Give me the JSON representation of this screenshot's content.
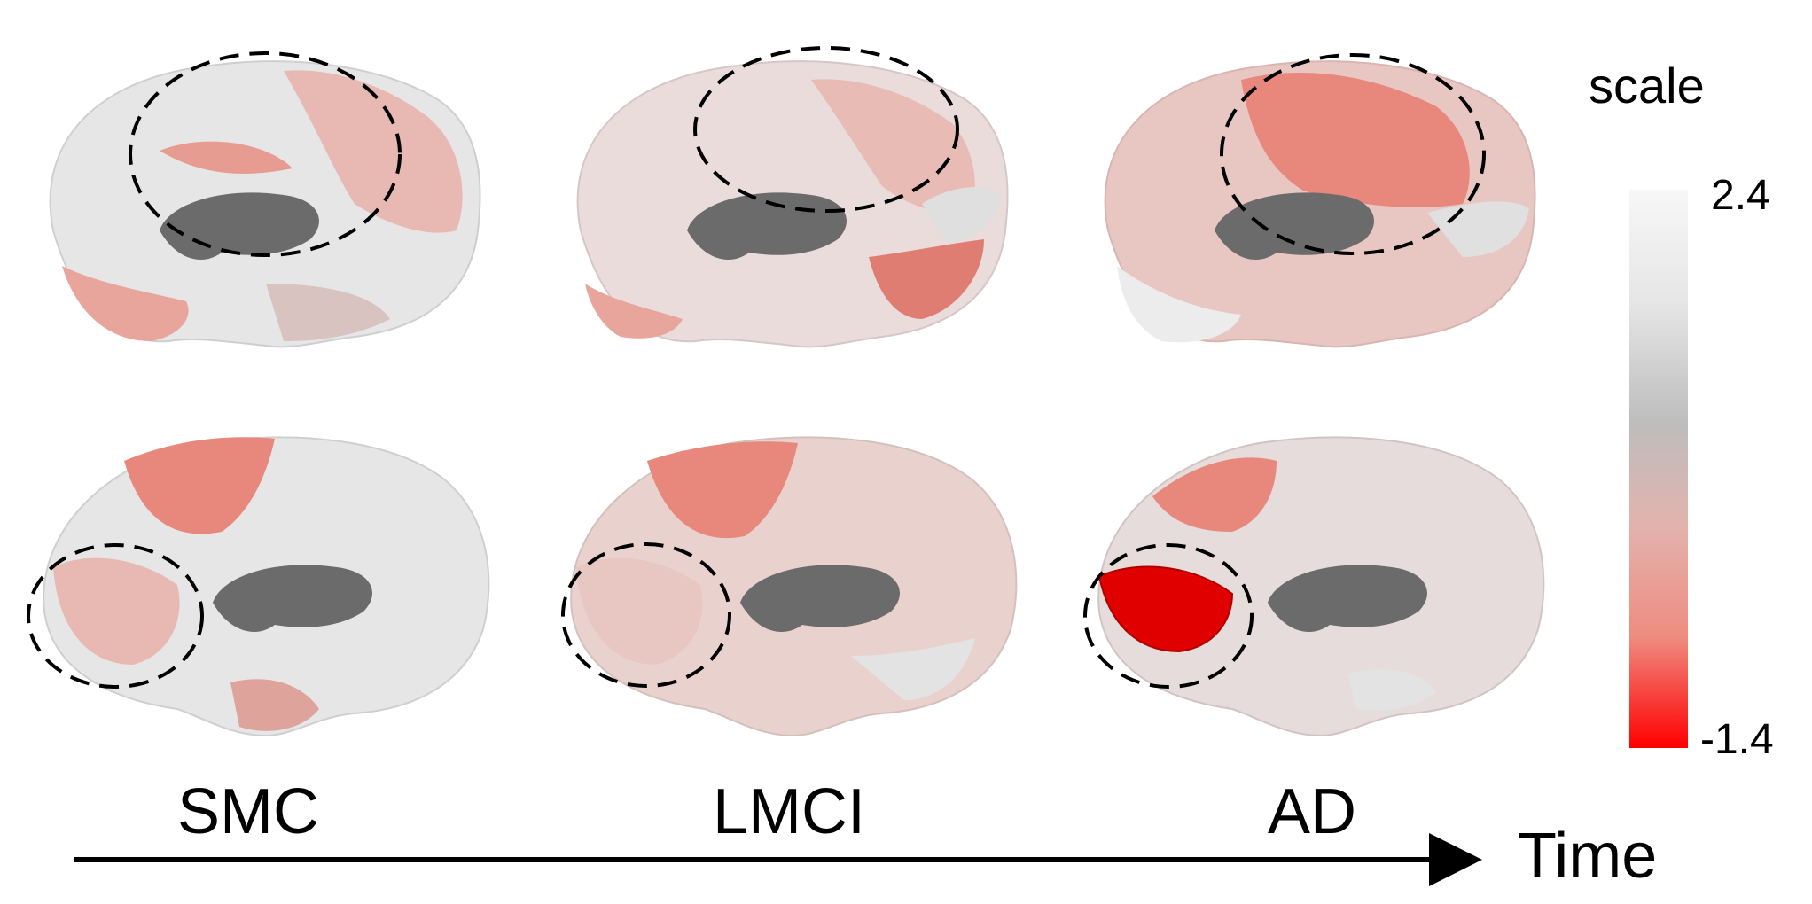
{
  "legend": {
    "title": "scale",
    "max_label": "2.4",
    "min_label": "-1.4",
    "max_value": 2.4,
    "min_value": -1.4,
    "gradient_colors": [
      "#f7f7f7",
      "#e6e6e6",
      "#bdbdbd",
      "#e2b3ad",
      "#ef8c80",
      "#fb4a3c",
      "#ff0000"
    ]
  },
  "stages": [
    "SMC",
    "LMCI",
    "AD"
  ],
  "axis": {
    "label": "Time"
  },
  "colors": {
    "core": "#6b6b6b",
    "white": "#e6e6e6",
    "pink_light": "#e8c7c3",
    "pink": "#dea49b",
    "salmon": "#e8877c",
    "red": "#e00000"
  }
}
